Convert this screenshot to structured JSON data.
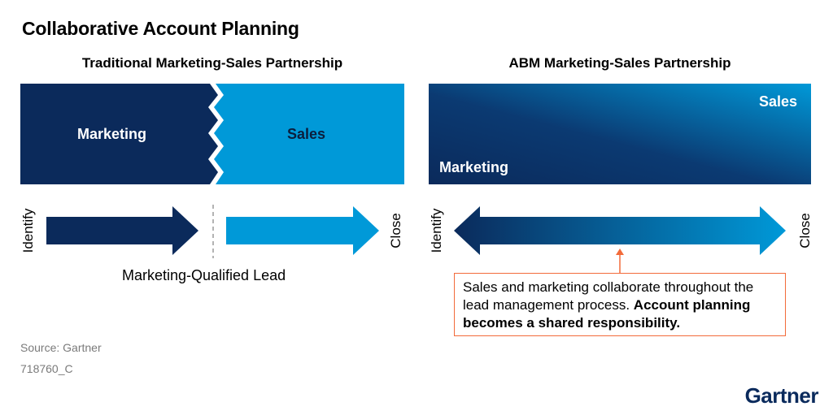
{
  "title": "Collaborative Account Planning",
  "left": {
    "subtitle": "Traditional Marketing-Sales Partnership",
    "marketing": "Marketing",
    "sales": "Sales",
    "identify": "Identify",
    "close": "Close",
    "handoff": "Marketing-Qualified Lead"
  },
  "right": {
    "subtitle": "ABM Marketing-Sales Partnership",
    "marketing": "Marketing",
    "sales": "Sales",
    "identify": "Identify",
    "close": "Close",
    "callout_regular": "Sales and marketing collaborate throughout the lead management process. ",
    "callout_bold": "Account planning becomes a shared responsibility."
  },
  "source": "Source: Gartner",
  "figure_id": "718760_C",
  "logo": "Gartner",
  "colors": {
    "navy": "#0b2a5b",
    "sky": "#0099d8",
    "callout_border": "#f26b3a"
  }
}
